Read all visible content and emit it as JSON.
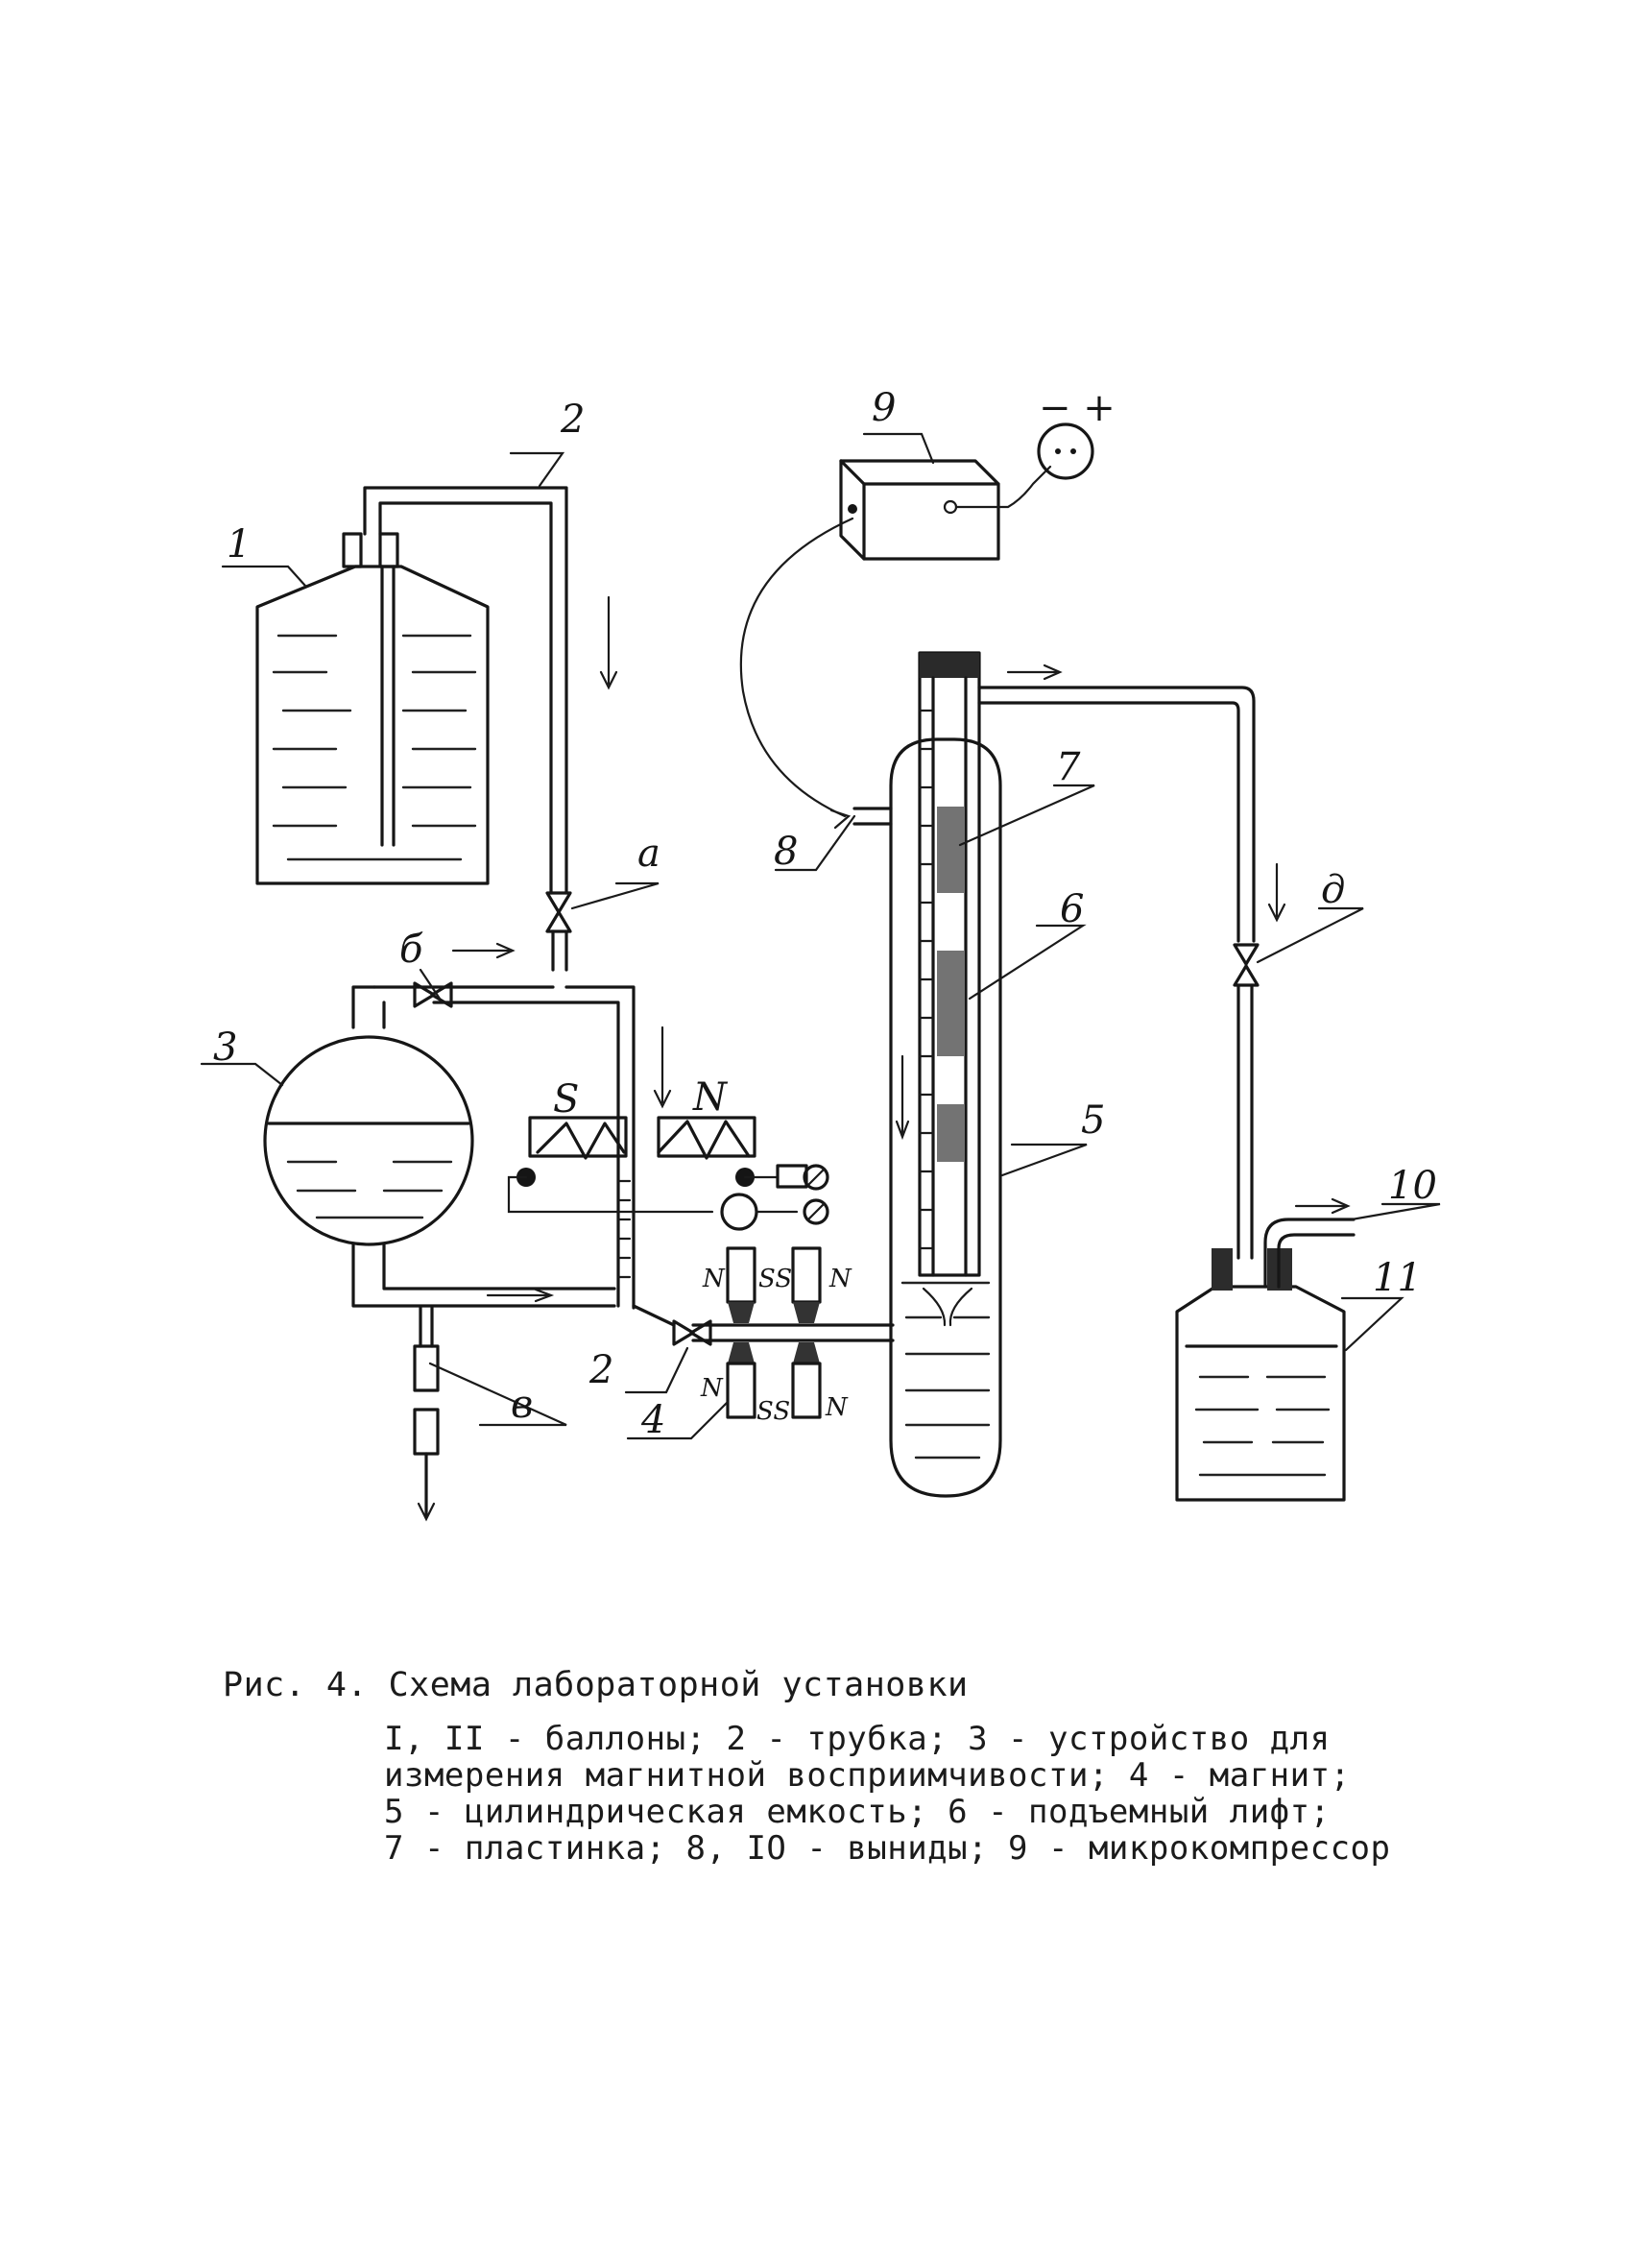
{
  "figure": {
    "caption_title": "Рис. 4. Схема лабораторной установки",
    "caption_lines": [
      "I, II - баллоны; 2 - трубка; 3 - устройство для",
      "измерения магнитной восприимчивости; 4 - магнит;",
      "5 - цилиндрическая емкость; 6 - подъемный лифт;",
      "7 - пластинка; 8, IO - выниды; 9 - микрокомпрессор"
    ]
  },
  "diagram": {
    "labels": {
      "vessel_1": "1",
      "tube_2_top": "2",
      "tube_2_bottom": "2",
      "device_3": "3",
      "magnet_4": "4",
      "cylinder_5": "5",
      "lift_6": "6",
      "plate_7": "7",
      "outlet_8": "8",
      "compressor_9": "9",
      "outlet_10": "10",
      "vessel_11": "11",
      "valve_a": "a",
      "valve_b": "б",
      "valve_v": "в",
      "valve_d": "д"
    },
    "magnet_letters": {
      "coil_s": "S",
      "coil_n": "N",
      "upper_left_n": "N",
      "upper_ss": "SS",
      "upper_right_n": "N",
      "lower_left_n": "N",
      "lower_ss": "SS",
      "lower_right_n": "N"
    },
    "power_signs": "− +"
  }
}
